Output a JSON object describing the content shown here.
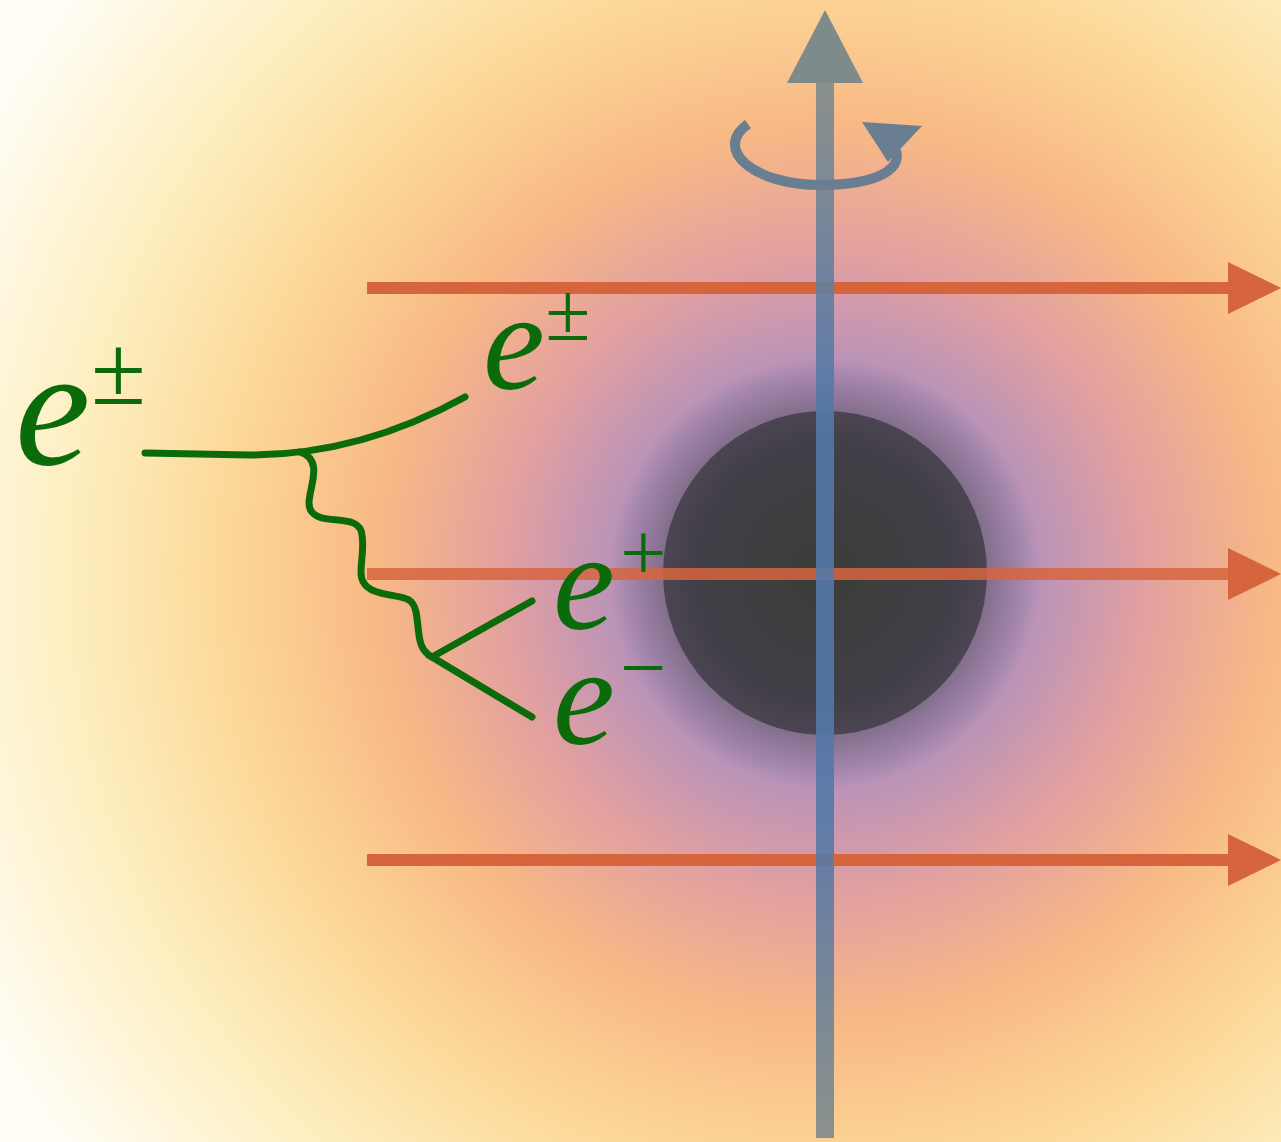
{
  "diagram": {
    "labels": [
      "e±",
      "e±",
      "e+",
      "e−"
    ]
  }
}
